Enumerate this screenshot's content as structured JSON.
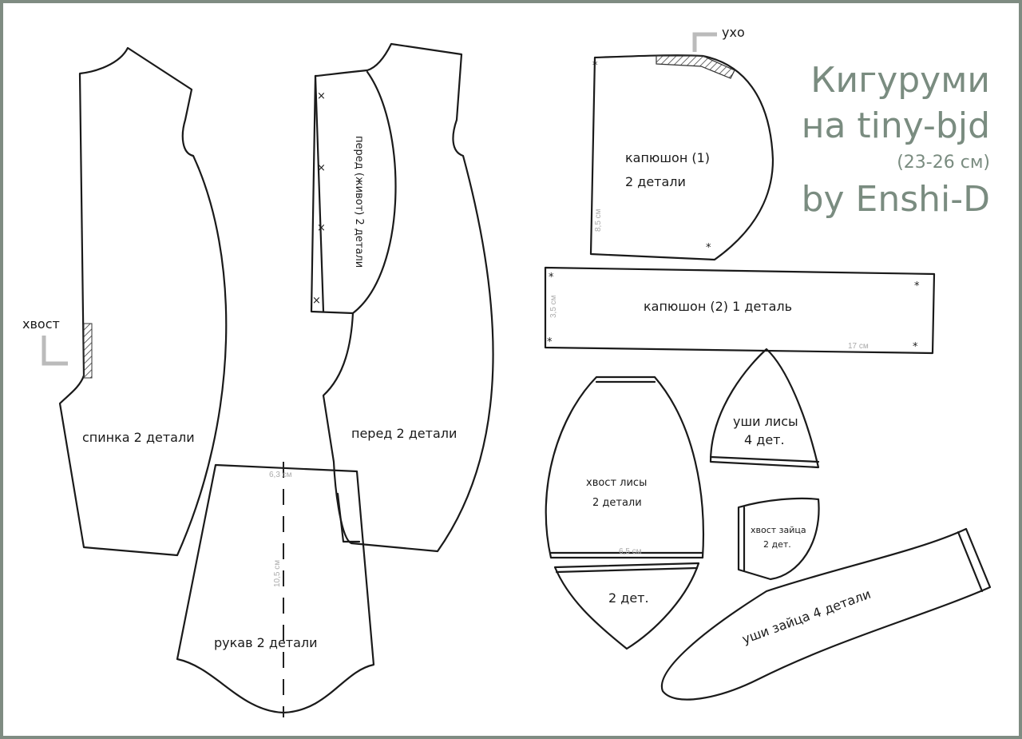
{
  "title": {
    "line1": "Кигуруми",
    "line2": "на tiny-bjd",
    "line3": "(23-26 см)",
    "line4": "by Enshi-D"
  },
  "colors": {
    "title": "#7a8c80",
    "frame": "#7f8c82",
    "outline": "#1a1a1a"
  },
  "pieces": {
    "back": {
      "label": "спинка 2 детали",
      "tail_mark": "хвост"
    },
    "front": {
      "label": "перед 2 детали"
    },
    "belly": {
      "label": "перед (живот) 2 детали"
    },
    "sleeve": {
      "label": "рукав 2 детали",
      "width": "6,3 см",
      "length": "10,5 см"
    },
    "hood1": {
      "label1": "капюшон (1)",
      "label2": "2 детали",
      "height": "8,5 см",
      "ear_mark": "ухо"
    },
    "hood2": {
      "label": "капюшон (2) 1 деталь",
      "height": "3,5 см",
      "length": "17 см"
    },
    "fox_ears": {
      "label1": "уши лисы",
      "label2": "4 дет."
    },
    "fox_tail": {
      "label1": "хвост лисы",
      "label2": "2 детали",
      "width": "6,5 см"
    },
    "fox_tail_tip": {
      "label": "2 дет."
    },
    "hare_tail": {
      "label1": "хвост зайца",
      "label2": "2 дет."
    },
    "hare_ears": {
      "label": "уши зайца 4 детали"
    }
  }
}
